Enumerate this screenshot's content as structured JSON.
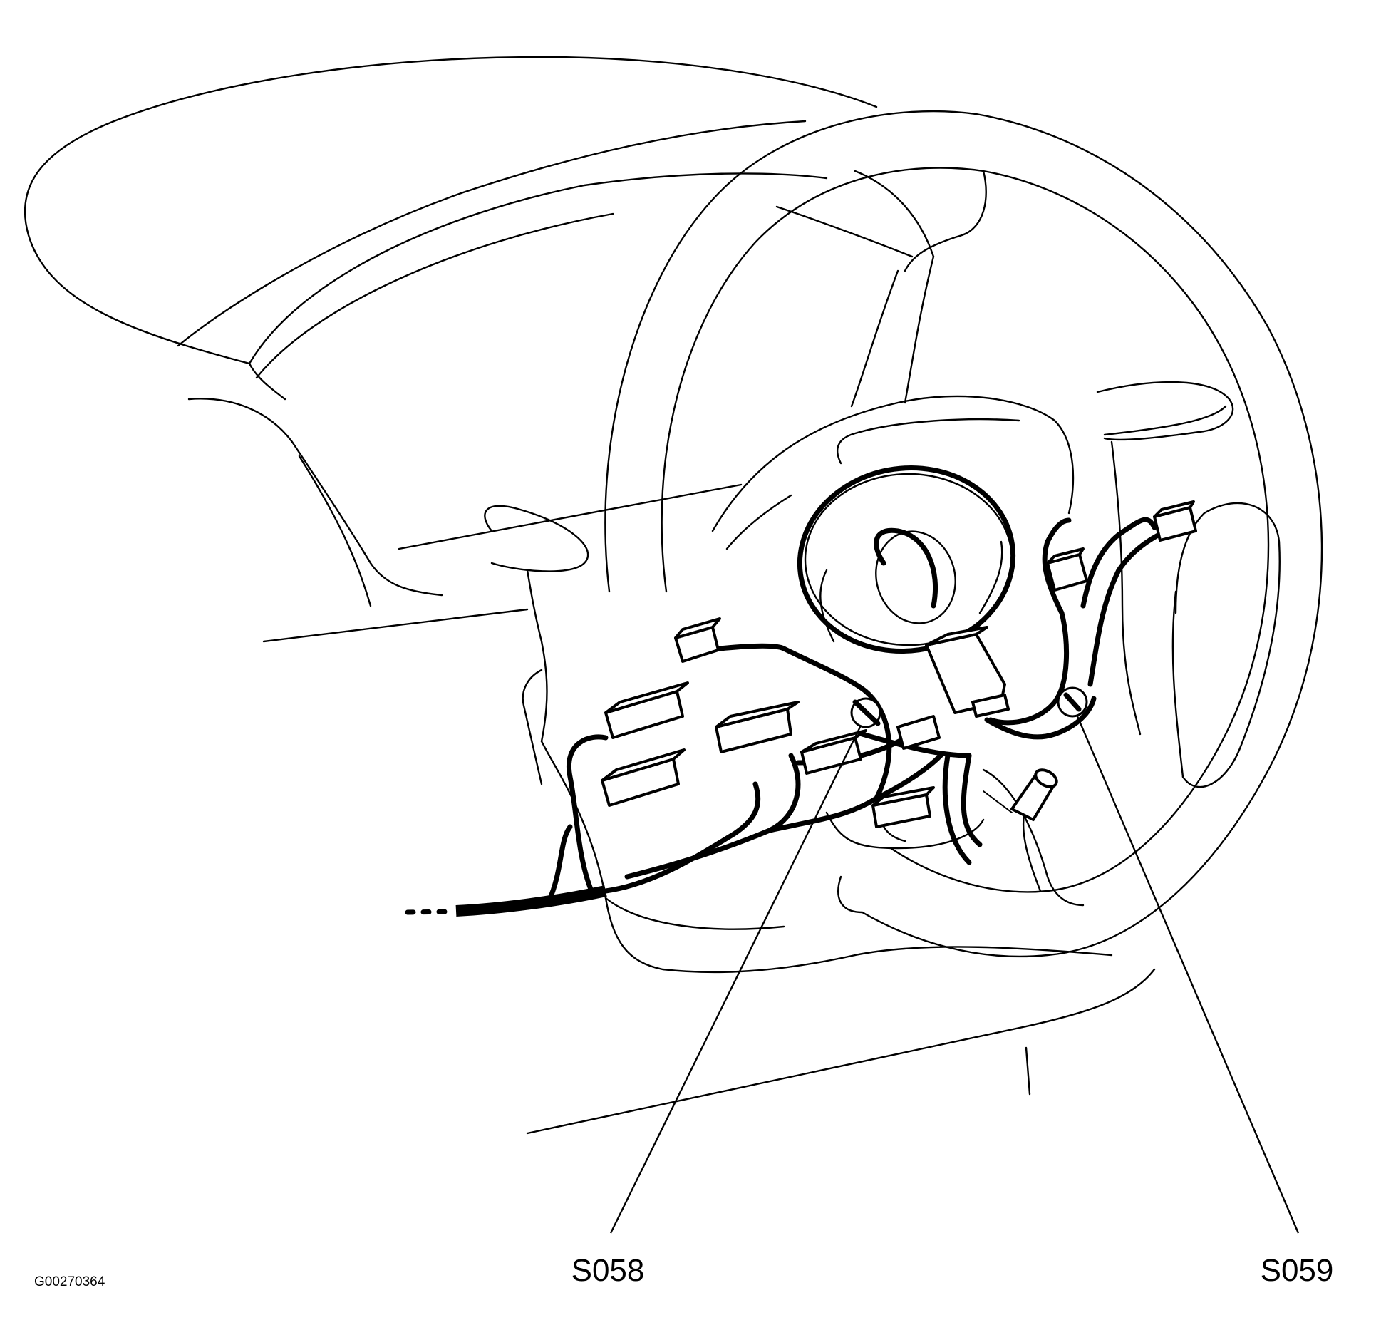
{
  "callouts": {
    "s058": "S058",
    "s059": "S059"
  },
  "figure_id": "G00270364"
}
